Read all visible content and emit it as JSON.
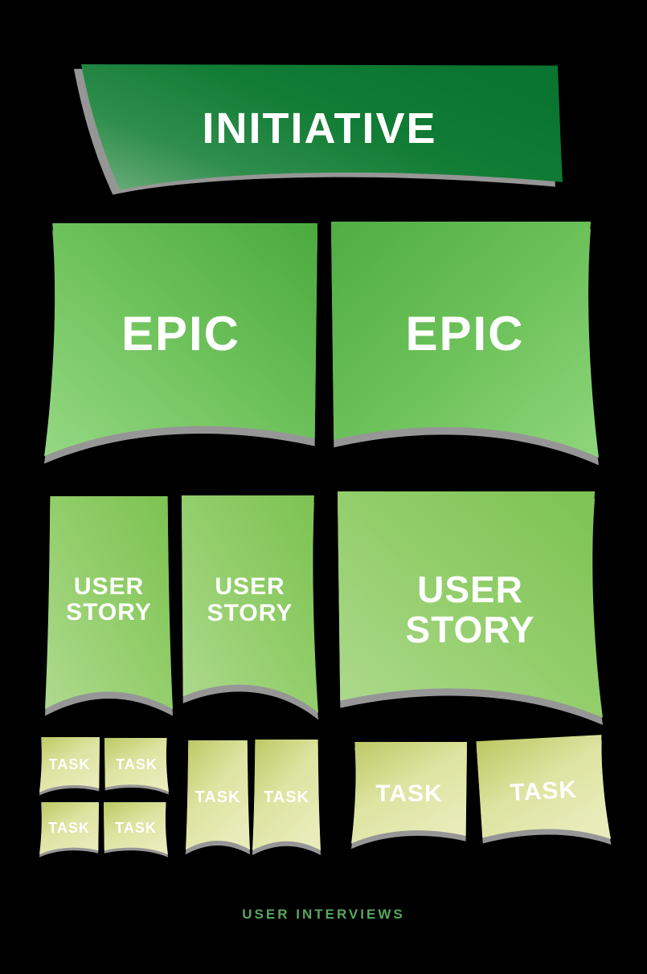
{
  "hierarchy": {
    "initiative": {
      "label": "INITIATIVE"
    },
    "epics": [
      {
        "label": "EPIC"
      },
      {
        "label": "EPIC"
      }
    ],
    "user_stories": [
      {
        "label": "USER STORY"
      },
      {
        "label": "USER STORY"
      },
      {
        "label": "USER STORY"
      }
    ],
    "tasks": [
      {
        "label": "TASK"
      },
      {
        "label": "TASK"
      },
      {
        "label": "TASK"
      },
      {
        "label": "TASK"
      },
      {
        "label": "TASK"
      },
      {
        "label": "TASK"
      },
      {
        "label": "TASK"
      },
      {
        "label": "TASK"
      }
    ]
  },
  "caption": {
    "label": "USER INTERVIEWS"
  },
  "colors": {
    "background": "#000000",
    "note_text": "#ffffff",
    "shadow": "#9e9e9e",
    "caption_text": "#58a85c",
    "initiative_gradient": [
      "#72b080",
      "#2f8e4c",
      "#107c34",
      "#0a7530"
    ],
    "epic_gradient": [
      "#95d883",
      "#6ec25b",
      "#4aaa3e"
    ],
    "user_story_gradient": [
      "#aeda8e",
      "#93ce6b",
      "#7cc251"
    ],
    "task_gradient": [
      "#bcc862",
      "#dde3a0",
      "#e9ecba"
    ]
  }
}
